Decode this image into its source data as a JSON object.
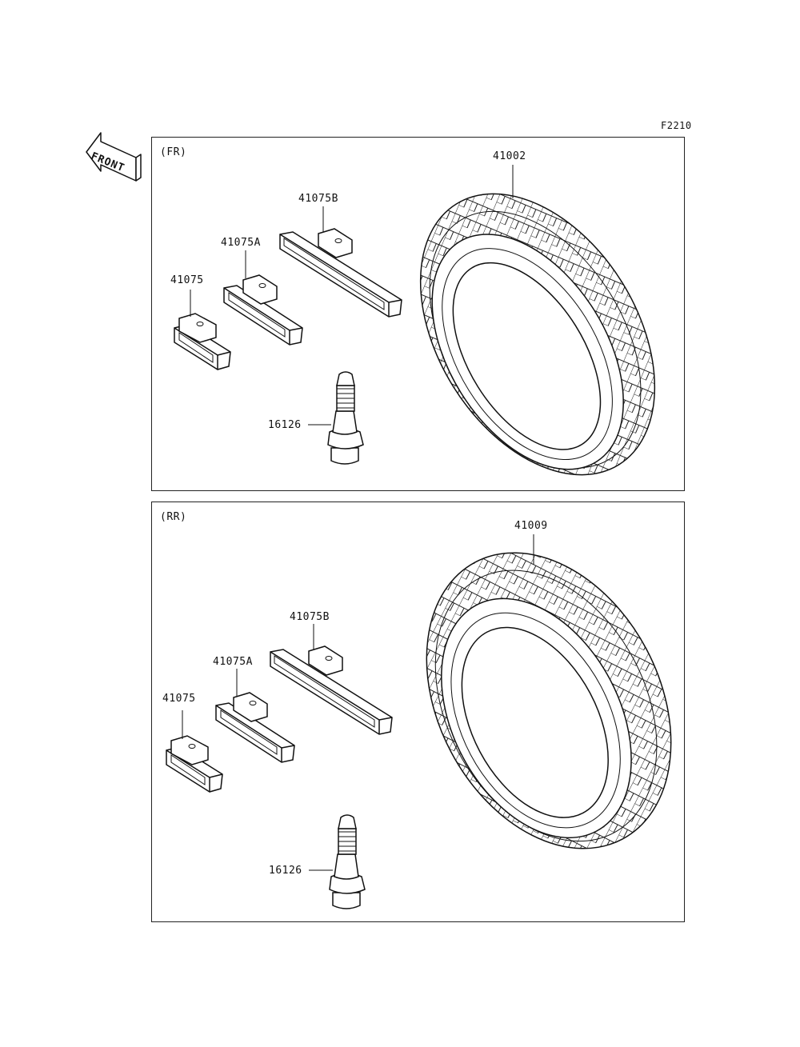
{
  "figure_code": "F2210",
  "front_label": "FRONT",
  "panels": [
    {
      "section": "(FR)",
      "parts": {
        "tire": "41002",
        "weight_b": "41075B",
        "weight_a": "41075A",
        "weight": "41075",
        "valve": "16126"
      }
    },
    {
      "section": "(RR)",
      "parts": {
        "tire": "41009",
        "weight_b": "41075B",
        "weight_a": "41075A",
        "weight": "41075",
        "valve": "16126"
      }
    }
  ]
}
